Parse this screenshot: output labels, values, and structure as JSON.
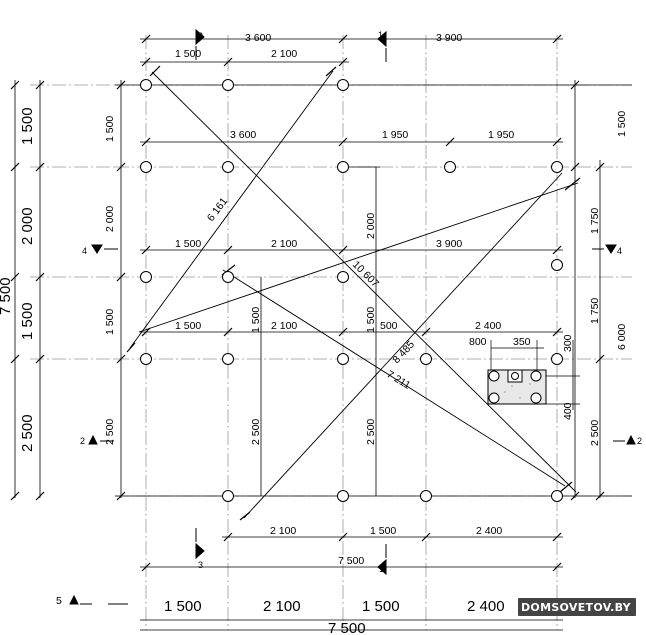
{
  "top_row1": [
    "3 600",
    "3 900"
  ],
  "top_row2": [
    "1 500",
    "2 100"
  ],
  "row_r2": [
    "3 600",
    "1 950",
    "1 950"
  ],
  "row_r4": [
    "1 500",
    "2 100",
    "3 900"
  ],
  "row_r5": [
    "1 500",
    "2 100",
    "500",
    "2 400"
  ],
  "bottom_row1": [
    "2 100",
    "1 500",
    "2 400"
  ],
  "bottom_total": "7 500",
  "footer_dims": [
    "1 500",
    "2 100",
    "1 500",
    "2 400"
  ],
  "footer_total": "7 500",
  "left_big": [
    "1 500",
    "2 000",
    "1 500",
    "2 500"
  ],
  "left_big_total": "7 500",
  "left_small": [
    "1 500",
    "2 000",
    "1 500",
    "2 500"
  ],
  "interior_verticals": [
    "2 000",
    "1 500",
    "2 500",
    "1 500",
    "2 500"
  ],
  "right_small": [
    "1 500",
    "1 750",
    "1 750",
    "2 500"
  ],
  "right_total": "6 000",
  "diagonals": [
    "6 161",
    "10 607",
    "8 485",
    "7 211"
  ],
  "pile_detail": [
    "800",
    "350",
    "300",
    "400"
  ],
  "section_marks": [
    "3",
    "1",
    "4",
    "4",
    "2",
    "2",
    "3",
    "1",
    "5"
  ],
  "watermark": "DOMSOVETOV.BY"
}
